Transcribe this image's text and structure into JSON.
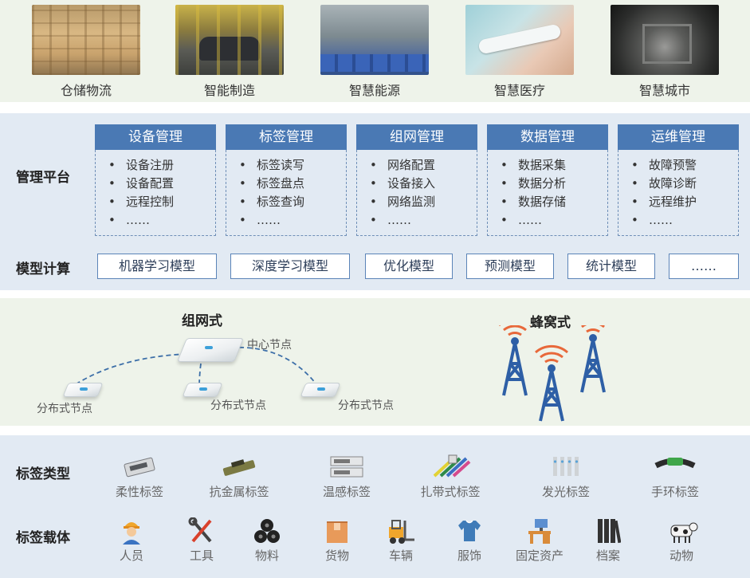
{
  "scenarios": [
    {
      "label": "仓储物流",
      "icon": "warehouse-photo"
    },
    {
      "label": "智能制造",
      "icon": "factory-photo"
    },
    {
      "label": "智慧能源",
      "icon": "energy-photo"
    },
    {
      "label": "智慧医疗",
      "icon": "wristband-photo"
    },
    {
      "label": "智慧城市",
      "icon": "tunnel-photo"
    }
  ],
  "platform": {
    "label": "管理平台",
    "modules": [
      {
        "title": "设备管理",
        "items": [
          "设备注册",
          "设备配置",
          "远程控制",
          "……"
        ]
      },
      {
        "title": "标签管理",
        "items": [
          "标签读写",
          "标签盘点",
          "标签查询",
          "……"
        ]
      },
      {
        "title": "组网管理",
        "items": [
          "网络配置",
          "设备接入",
          "网络监测",
          "……"
        ]
      },
      {
        "title": "数据管理",
        "items": [
          "数据采集",
          "数据分析",
          "数据存储",
          "……"
        ]
      },
      {
        "title": "运维管理",
        "items": [
          "故障预警",
          "故障诊断",
          "远程维护",
          "……"
        ]
      }
    ]
  },
  "models": {
    "label": "模型计算",
    "items": [
      "机器学习模型",
      "深度学习模型",
      "优化模型",
      "预测模型",
      "统计模型",
      "……"
    ]
  },
  "network": {
    "mesh": {
      "title": "组网式",
      "center_label": "中心节点",
      "node_label": "分布式节点"
    },
    "cellular": {
      "title": "蜂窝式"
    }
  },
  "tags": {
    "label": "标签类型",
    "items": [
      "柔性标签",
      "抗金属标签",
      "温感标签",
      "扎带式标签",
      "发光标签",
      "手环标签"
    ]
  },
  "carriers": {
    "label": "标签载体",
    "items": [
      "人员",
      "工具",
      "物料",
      "货物",
      "车辆",
      "服饰",
      "固定资产",
      "档案",
      "动物"
    ]
  },
  "colors": {
    "module_header": "#4a79b4",
    "tower": "#2e5fa6",
    "signal": "#e8683a",
    "panel_green": "#eef3ea",
    "panel_blue": "#e2eaf3"
  }
}
